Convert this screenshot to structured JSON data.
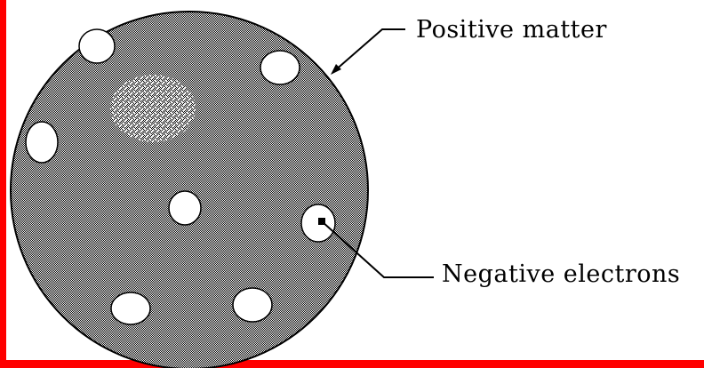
{
  "labels": {
    "positive_matter": "Positive matter",
    "negative_electrons": "Negative electrons"
  },
  "colors": {
    "frame": "#ff0000",
    "sphere_fill": "#8a8a8a",
    "sphere_outline": "#000000",
    "electron_fill": "#ffffff",
    "background": "#ffffff"
  },
  "icons": {
    "sphere": "positive-sphere",
    "electron": "electron-dot",
    "pointer": "leader-arrow"
  }
}
